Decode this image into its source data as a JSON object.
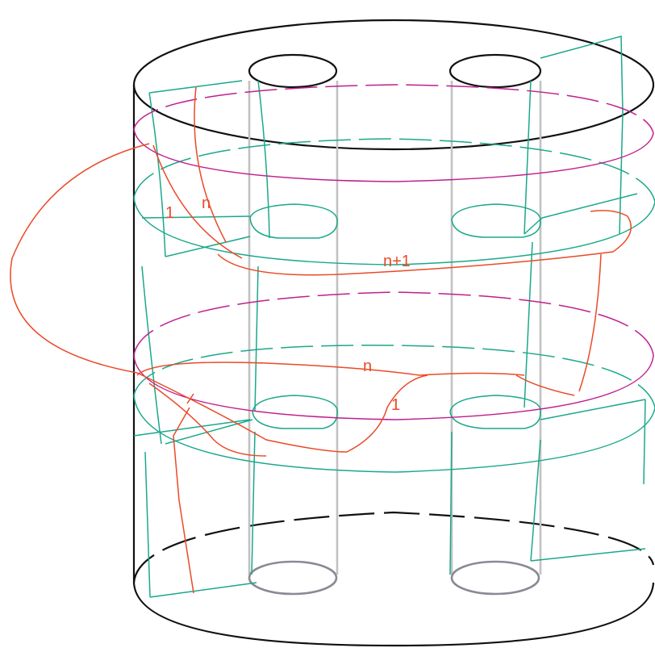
{
  "labels": {
    "upper_one": "1",
    "upper_n": "n",
    "upper_n_plus_1": "n+1",
    "lower_n": "n",
    "lower_one": "1"
  },
  "colors": {
    "cylinder": "#111111",
    "tube": "#c2c2c2",
    "tube_bottom": "#8a8a96",
    "green": "#1ba88a",
    "magenta": "#bf1f8f",
    "red": "#ea4a28"
  }
}
